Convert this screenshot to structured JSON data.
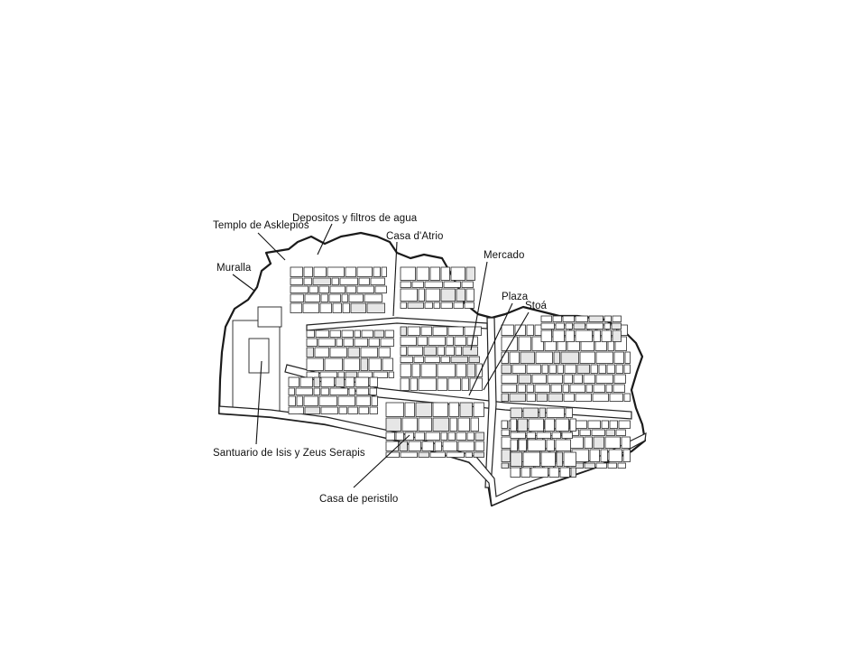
{
  "map": {
    "labels": [
      {
        "key": "templo",
        "text": "Templo de Asklepiós"
      },
      {
        "key": "depositos",
        "text": "Depositos y filtros de agua"
      },
      {
        "key": "casa_atrio",
        "text": "Casa d'Atrio"
      },
      {
        "key": "mercado",
        "text": "Mercado"
      },
      {
        "key": "muralla",
        "text": "Muralla"
      },
      {
        "key": "plaza",
        "text": "Plaza"
      },
      {
        "key": "stoa",
        "text": "Stoá"
      },
      {
        "key": "santuario",
        "text": "Santuario de Isis y Zeus Serapis"
      },
      {
        "key": "peristilo",
        "text": "Casa de peristilo"
      }
    ]
  }
}
